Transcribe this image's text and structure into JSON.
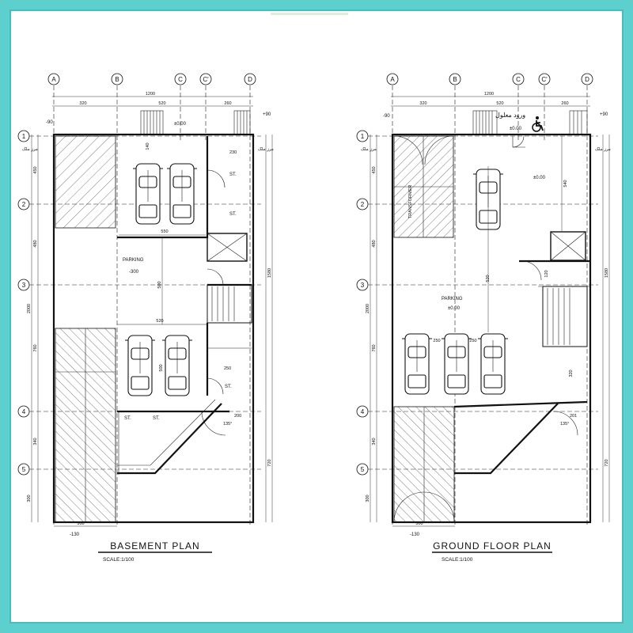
{
  "colors": {
    "frame": "#5ecfcf",
    "paper": "#ffffff",
    "ink": "#111111"
  },
  "grid_axes": {
    "columns": [
      "A",
      "B",
      "C",
      "C'",
      "D"
    ],
    "rows": [
      "1",
      "2",
      "3",
      "4",
      "5"
    ]
  },
  "top_dims": {
    "total": "1200",
    "segments": [
      "320",
      "520",
      "260"
    ]
  },
  "plans": [
    {
      "title": "BASEMENT PLAN",
      "scale": "SCALE:1/100",
      "parking_label": "PARKING",
      "main_level": "-300",
      "entry_level": "±0.00",
      "bottom_level": "-130",
      "top_left_level": "-90",
      "top_right_level": "+90",
      "side_dims_left": [
        "450",
        "480",
        "2000",
        "760",
        "340",
        "300"
      ],
      "side_dims_right": [
        "1580",
        "720"
      ],
      "inner_dims": [
        "550",
        "500",
        "520",
        "500",
        "230",
        "250",
        "200",
        "140"
      ],
      "st_labels": [
        "ST.",
        "ST.",
        "ST.",
        "ST.",
        "ST."
      ],
      "bottom_dim": "300",
      "ramp_dim": "135°",
      "neighbor_text": "مرز ملک"
    },
    {
      "title": "GROUND FLOOR PLAN",
      "scale": "SCALE:1/100",
      "parking_label": "PARKING",
      "main_level": "±0.00",
      "entry_level": "±0.00",
      "bottom_level": "-130",
      "top_left_level": "-90",
      "top_right_level": "+90",
      "side_dims_left": [
        "450",
        "480",
        "2000",
        "760",
        "340",
        "300"
      ],
      "side_dims_right": [
        "1580",
        "720"
      ],
      "inner_dims": [
        "540",
        "520",
        "250",
        "250",
        "320",
        "120",
        "201"
      ],
      "entrance_text": "ورود معلول",
      "bottom_dim": "300",
      "ramp_dim": "135°",
      "neighbor_text": "مرز ملک"
    }
  ]
}
